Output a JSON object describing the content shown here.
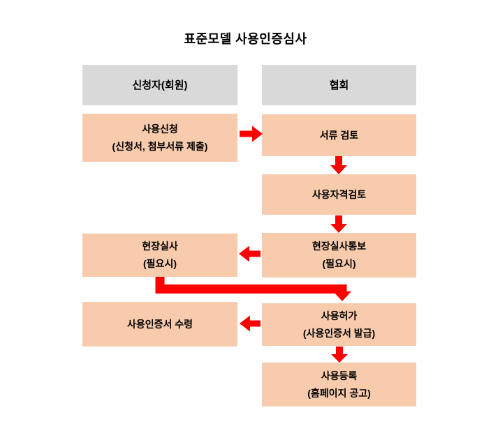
{
  "title": "표준모델 사용인증심사",
  "colors": {
    "node_fill": "#f8cbad",
    "header_fill": "#d9d9d9",
    "arrow": "#ff0000"
  },
  "columns": {
    "applicant": {
      "header": "신청자(회원)"
    },
    "association": {
      "header": "협회"
    }
  },
  "nodes": {
    "apply": {
      "column": "applicant",
      "lines": [
        "사용신청",
        "(신청서, 첨부서류 제출)"
      ]
    },
    "doc_review": {
      "column": "association",
      "lines": [
        "서류 검토"
      ]
    },
    "qualification_review": {
      "column": "association",
      "lines": [
        "사용자격검토"
      ]
    },
    "onsite_inspection": {
      "column": "applicant",
      "lines": [
        "현장실사",
        "(필요시)"
      ]
    },
    "onsite_inspection_notice": {
      "column": "association",
      "lines": [
        "현장실사통보",
        "(필요시)"
      ]
    },
    "certificate_receipt": {
      "column": "applicant",
      "lines": [
        "사용인증서 수령"
      ]
    },
    "use_permission": {
      "column": "association",
      "lines": [
        "사용허가",
        "(사용인증서 발급)"
      ]
    },
    "use_registration": {
      "column": "association",
      "lines": [
        "사용등록",
        "(홈페이지 공고)"
      ]
    }
  },
  "edges": [
    {
      "from": "apply",
      "to": "doc_review",
      "direction": "right"
    },
    {
      "from": "doc_review",
      "to": "qualification_review",
      "direction": "down"
    },
    {
      "from": "qualification_review",
      "to": "onsite_inspection_notice",
      "direction": "down"
    },
    {
      "from": "onsite_inspection_notice",
      "to": "onsite_inspection",
      "direction": "left"
    },
    {
      "from": "onsite_inspection",
      "to": "use_permission",
      "direction": "down-right-down"
    },
    {
      "from": "use_permission",
      "to": "certificate_receipt",
      "direction": "left"
    },
    {
      "from": "use_permission",
      "to": "use_registration",
      "direction": "down"
    }
  ]
}
